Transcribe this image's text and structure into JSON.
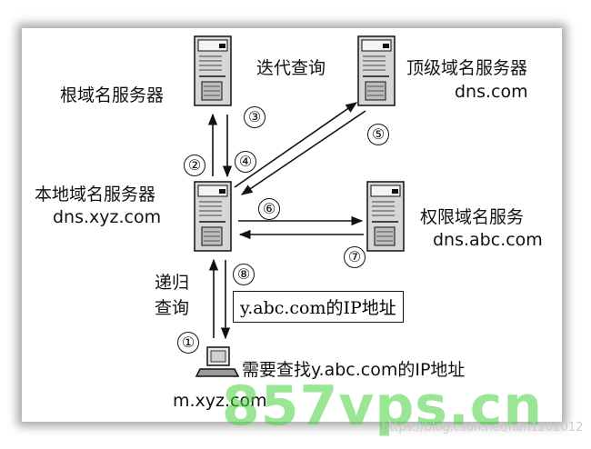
{
  "servers": {
    "root": {
      "label": "根域名服务器"
    },
    "tld": {
      "label": "顶级域名服务器",
      "host": "dns.com"
    },
    "local": {
      "label": "本地域名服务器",
      "host": "dns.xyz.com"
    },
    "auth": {
      "label": "权限域名服务",
      "host": "dns.abc.com"
    },
    "client": {
      "host": "m.xyz.com"
    }
  },
  "labels": {
    "iterative": "迭代查询",
    "recursive_1": "递归",
    "recursive_2": "查询",
    "query_box": "y.abc.com的IP地址",
    "client_need": "需要查找y.abc.com的IP地址"
  },
  "steps": [
    "①",
    "②",
    "③",
    "④",
    "⑤",
    "⑥",
    "⑦",
    "⑧"
  ],
  "watermark": {
    "brand": "857vps.cn",
    "url": "https://blog.csdn.net/han1202012"
  }
}
